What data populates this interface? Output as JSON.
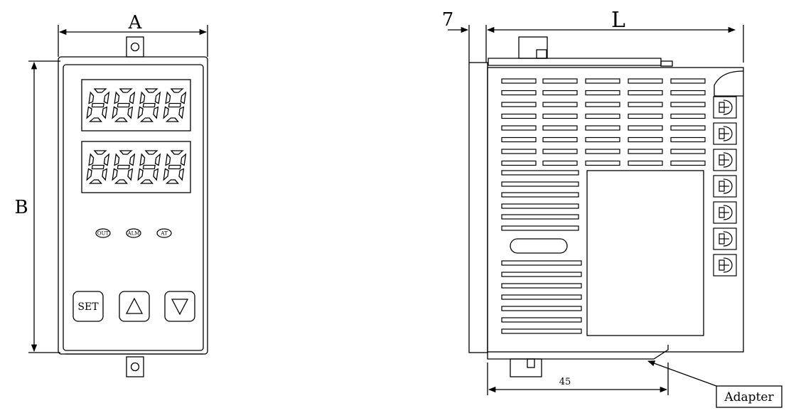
{
  "front_view": {
    "dim_width_label": "A",
    "dim_height_label": "B",
    "display_top": "8888",
    "display_bottom": "8888",
    "indicators": [
      "OUT",
      "ALM",
      "AT"
    ],
    "buttons": {
      "set_label": "SET",
      "up_icon": "triangle-up-icon",
      "down_icon": "triangle-down-icon"
    }
  },
  "side_view": {
    "bezel_depth_label": "7",
    "length_label": "L",
    "adapter_dim_label": "45",
    "adapter_callout": "Adapter"
  }
}
